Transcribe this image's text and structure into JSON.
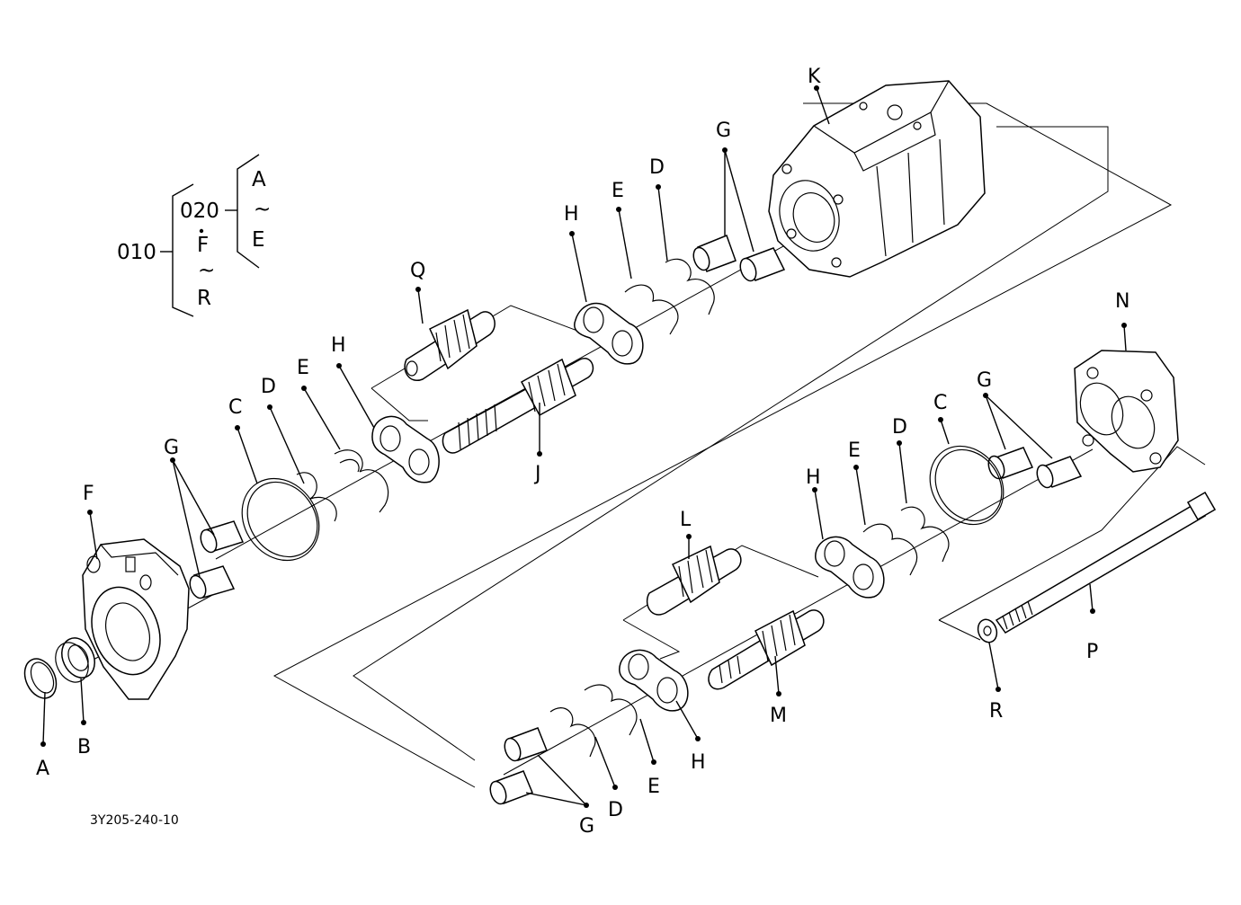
{
  "drawing_code": "3Y205-240-10",
  "key": {
    "group": "010",
    "sub_group": "020",
    "sub_range_start": "A",
    "sub_range_end": "E",
    "range_start": "F",
    "range_end": "R",
    "range_mark": "~"
  },
  "callouts": {
    "A": "A",
    "B": "B",
    "C_front": "C",
    "D_front": "D",
    "E_front": "E",
    "H_front": "H",
    "G_front": "G",
    "F": "F",
    "Q": "Q",
    "J": "J",
    "H_upper": "H",
    "E_upper": "E",
    "D_upper": "D",
    "G_upper": "G",
    "K": "K",
    "N": "N",
    "G_rear": "G",
    "C_rear": "C",
    "D_rear": "D",
    "E_rear": "E",
    "H_rear": "H",
    "L": "L",
    "M": "M",
    "P": "P",
    "R": "R",
    "H_lower": "H",
    "E_lower": "E",
    "D_lower": "D",
    "G_lower": "G"
  }
}
